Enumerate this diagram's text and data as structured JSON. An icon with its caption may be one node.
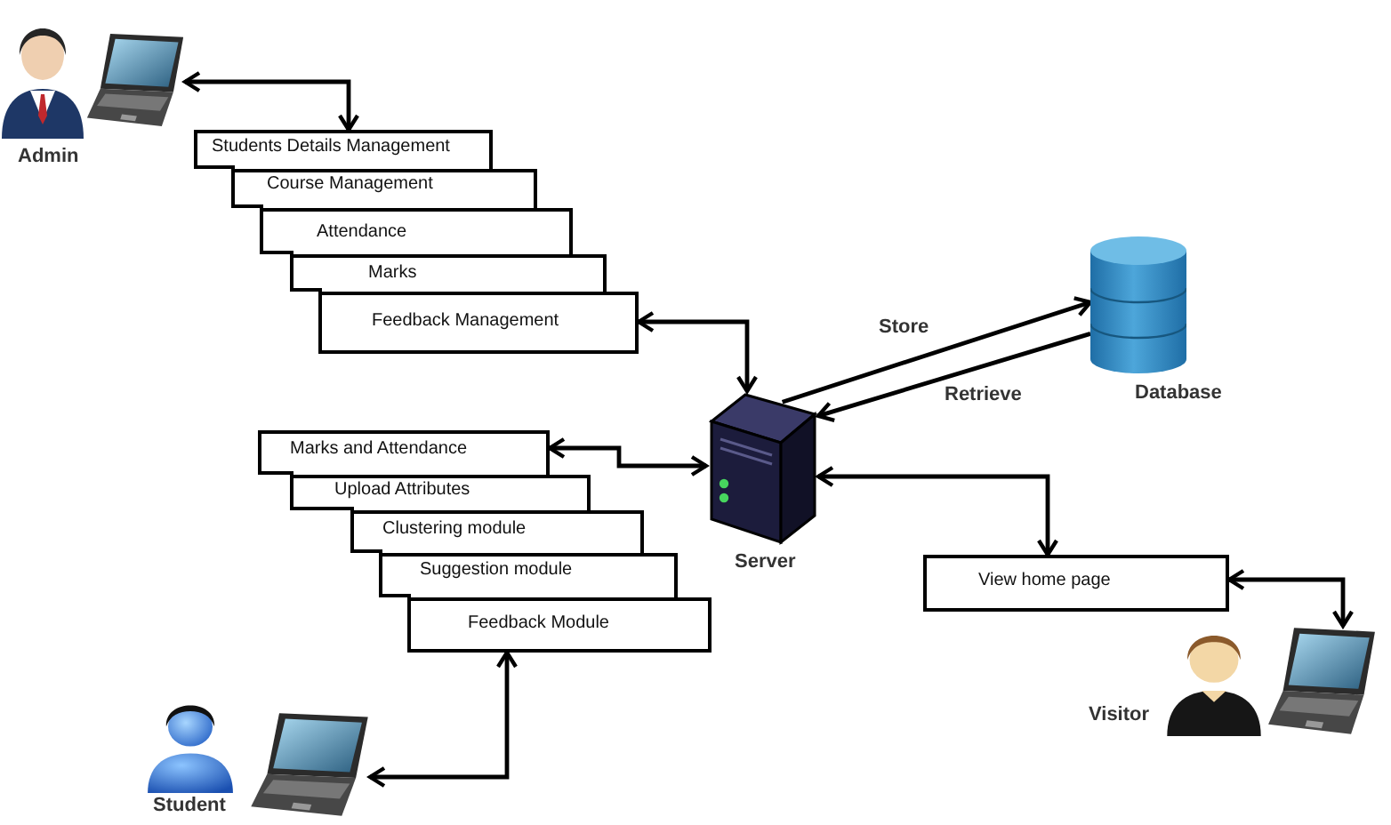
{
  "diagram": {
    "nodes": [
      {
        "text": [
          "Admin"
        ]
      },
      {
        "text": [],
        "shape": "laptop"
      },
      {
        "text": [
          "Students Details Management"
        ]
      },
      {
        "text": [
          "Course Management"
        ]
      },
      {
        "text": [
          "Attendance"
        ]
      },
      {
        "text": [
          "Marks"
        ]
      },
      {
        "text": [
          "Feedback Management"
        ]
      },
      {
        "text": [
          "Database"
        ]
      },
      {
        "text": [
          "Server"
        ]
      },
      {
        "text": [
          "Marks and Attendance"
        ]
      },
      {
        "text": [
          "Upload Attributes"
        ]
      },
      {
        "text": [
          "Clustering module"
        ]
      },
      {
        "text": [
          "Suggestion module"
        ]
      },
      {
        "text": [
          "Feedback Module"
        ]
      },
      {
        "text": [
          "View home page"
        ]
      },
      {
        "text": [
          "Visitor"
        ]
      },
      {
        "text": [],
        "shape": "laptop"
      },
      {
        "text": [
          "Student"
        ]
      },
      {
        "text": [],
        "shape": "laptop"
      }
    ],
    "edges": [
      {
        "from": 1,
        "to": 2,
        "arrow": "both"
      },
      {
        "from": 6,
        "to": 8,
        "arrow": "both"
      },
      {
        "from": 8,
        "to": 7,
        "arrow": "to",
        "label": "Store"
      },
      {
        "from": 7,
        "to": 8,
        "arrow": "to",
        "label": "Retrieve"
      },
      {
        "from": 9,
        "to": 8,
        "arrow": "both"
      },
      {
        "from": 8,
        "to": 14,
        "arrow": "both"
      },
      {
        "from": 14,
        "to": 16,
        "arrow": "both"
      },
      {
        "from": 13,
        "to": 18,
        "arrow": "both"
      }
    ]
  }
}
